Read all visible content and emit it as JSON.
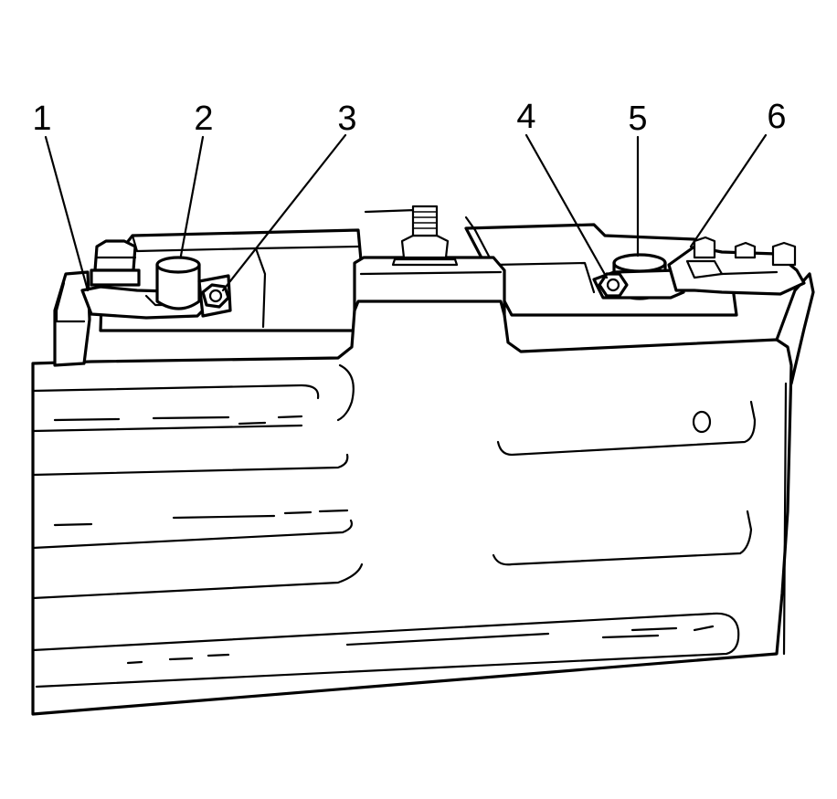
{
  "diagram": {
    "callouts": [
      {
        "id": "1",
        "label": "1"
      },
      {
        "id": "2",
        "label": "2"
      },
      {
        "id": "3",
        "label": "3"
      },
      {
        "id": "4",
        "label": "4"
      },
      {
        "id": "5",
        "label": "5"
      },
      {
        "id": "6",
        "label": "6"
      }
    ]
  },
  "colors": {
    "stroke": "#000000",
    "background": "#ffffff"
  }
}
